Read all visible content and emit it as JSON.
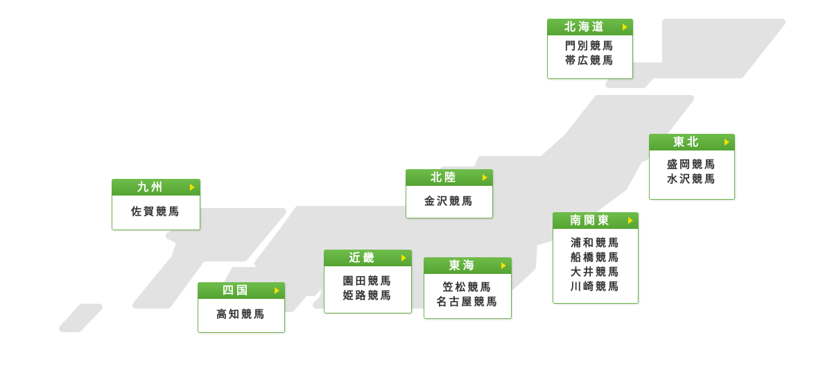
{
  "colors": {
    "accent_green": "#5fb03d",
    "card_border": "#6cb24a",
    "arrow": "#f2e200",
    "land": "#e2e2e2",
    "text": "#333333"
  },
  "map": {
    "icon": "japan-map-silhouette"
  },
  "regions": {
    "hokkaido": {
      "name": "北海道",
      "tracks": [
        "門別競馬",
        "帯広競馬"
      ]
    },
    "tohoku": {
      "name": "東北",
      "tracks": [
        "盛岡競馬",
        "水沢競馬"
      ]
    },
    "hokuriku": {
      "name": "北陸",
      "tracks": [
        "金沢競馬"
      ]
    },
    "minami_kanto": {
      "name": "南関東",
      "tracks": [
        "浦和競馬",
        "船橋競馬",
        "大井競馬",
        "川崎競馬"
      ]
    },
    "tokai": {
      "name": "東海",
      "tracks": [
        "笠松競馬",
        "名古屋競馬"
      ]
    },
    "kinki": {
      "name": "近畿",
      "tracks": [
        "園田競馬",
        "姫路競馬"
      ]
    },
    "shikoku": {
      "name": "四国",
      "tracks": [
        "高知競馬"
      ]
    },
    "kyushu": {
      "name": "九州",
      "tracks": [
        "佐賀競馬"
      ]
    }
  }
}
